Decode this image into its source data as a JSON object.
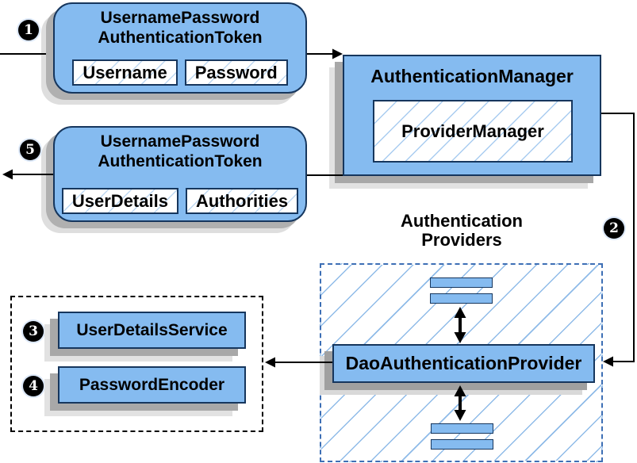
{
  "steps": {
    "s1": "1",
    "s2": "2",
    "s3": "3",
    "s4": "4",
    "s5": "5"
  },
  "token_request": {
    "title_line1": "UsernamePassword",
    "title_line2": "AuthenticationToken",
    "field_username": "Username",
    "field_password": "Password"
  },
  "auth_manager": {
    "title": "AuthenticationManager",
    "provider_manager": "ProviderManager"
  },
  "token_result": {
    "title_line1": "UsernamePassword",
    "title_line2": "AuthenticationToken",
    "field_user_details": "UserDetails",
    "field_authorities": "Authorities"
  },
  "providers": {
    "heading_line1": "Authentication",
    "heading_line2": "Providers",
    "dao_provider": "DaoAuthenticationProvider"
  },
  "collaborators": {
    "user_details_service": "UserDetailsService",
    "password_encoder": "PasswordEncoder"
  },
  "colors": {
    "box_fill": "#85BBF0",
    "box_border": "#16365D",
    "hatch_line": "#9CC3EA",
    "provider_dash_border": "#3D6FB5",
    "services_dash_border": "#000000",
    "shadow_dark": "#A8A8A8",
    "shadow_light": "#E2E2E2",
    "connector": "#000000"
  }
}
